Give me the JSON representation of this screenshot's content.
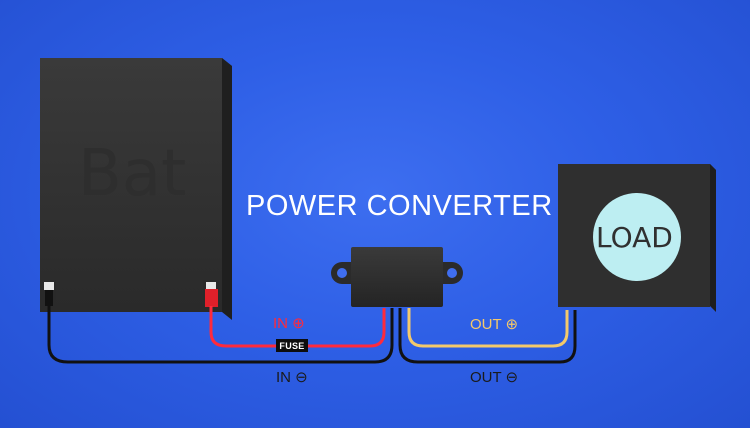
{
  "title": "POWER CONVERTER",
  "battery": {
    "label": "Bat"
  },
  "load": {
    "label": "LOAD"
  },
  "labels": {
    "in_positive": "IN ⊕",
    "in_negative": "IN ⊖",
    "out_positive": "OUT ⊕",
    "out_negative": "OUT ⊖",
    "fuse": "FUSE"
  },
  "colors": {
    "background": "#2e5fe6",
    "in_positive_wire": "#ff2a3c",
    "out_positive_wire": "#f4c96b",
    "negative_wire": "#111111",
    "device_body": "#2f2f2f",
    "load_circle": "#bdeef2"
  }
}
